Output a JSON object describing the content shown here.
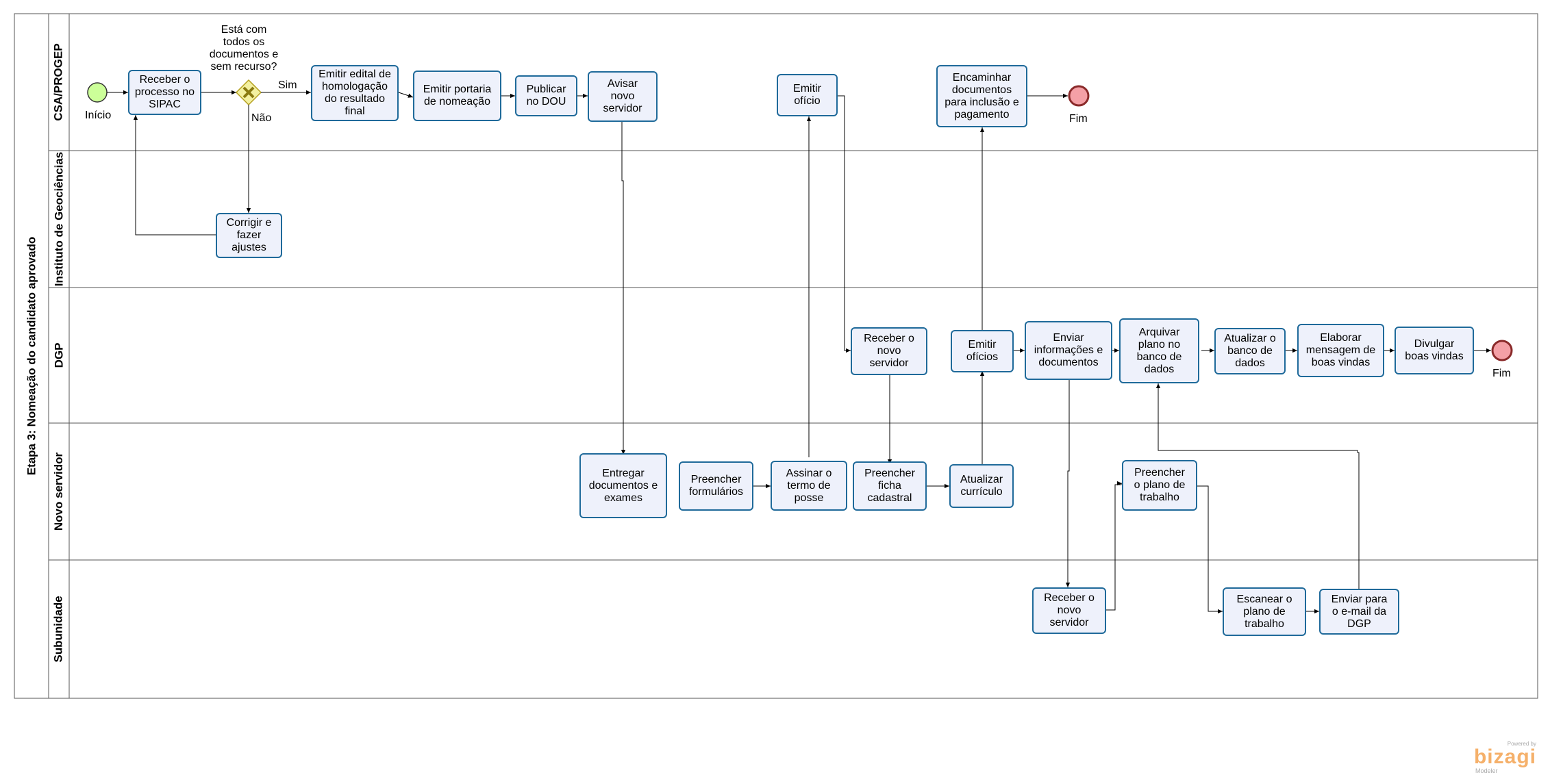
{
  "pool": {
    "title": "Etapa 3: Nomeação do candidato aprovado"
  },
  "lanes": [
    "CSA/PROGEP",
    "Instituto de Geociências",
    "DGP",
    "Novo servidor",
    "Subunidade"
  ],
  "events": {
    "start": "Início",
    "end_1": "Fim",
    "end_2": "Fim"
  },
  "gateway": {
    "question": "Está com\ntodos os\ndocumentos e\nsem recurso?",
    "yes": "Sim",
    "no": "Não"
  },
  "tasks": {
    "receber_processo": "Receber o\nprocesso no\nSIPAC",
    "corrigir": "Corrigir e\nfazer\najustes",
    "emitir_edital": "Emitir edital de\nhomologação\ndo resultado\nfinal",
    "emitir_portaria": "Emitir portaria\nde nomeação",
    "publicar_dou": "Publicar\nno DOU",
    "avisar_servidor": "Avisar\nnovo\nservidor",
    "emitir_oficio": "Emitir\nofício",
    "encaminhar_docs": "Encaminhar\ndocumentos\npara inclusão e\npagamento",
    "receber_servidor_dgp": "Receber o\nnovo\nservidor",
    "emitir_oficios": "Emitir\nofícios",
    "enviar_info": "Enviar\ninformações e\ndocumentos",
    "arquivar_plano": "Arquivar\nplano no\nbanco de\ndados",
    "atualizar_banco": "Atualizar o\nbanco de\ndados",
    "elaborar_msg": "Elaborar\nmensagem de\nboas vindas",
    "divulgar": "Divulgar\nboas vindas",
    "entregar_docs": "Entregar\ndocumentos e\nexames",
    "preencher_form": "Preencher\nformulários",
    "assinar_termo": "Assinar o\ntermo de\nposse",
    "preencher_ficha": "Preencher\nficha\ncadastral",
    "atualizar_curriculo": "Atualizar\ncurrículo",
    "preencher_plano": "Preencher\no plano de\ntrabalho",
    "receber_servidor_sub": "Receber o\nnovo\nservidor",
    "escanear_plano": "Escanear o\nplano de\ntrabalho",
    "enviar_email": "Enviar para\no e-mail da\nDGP"
  },
  "branding": {
    "powered": "Powered by",
    "name": "bizagi",
    "product": "Modeler"
  },
  "colors": {
    "task_fill": "#eef1fb",
    "task_border": "#1f6a9a",
    "start_fill": "#ccff99",
    "end_fill": "#f4a0a6",
    "gateway_fill": "#f3f0a0"
  }
}
